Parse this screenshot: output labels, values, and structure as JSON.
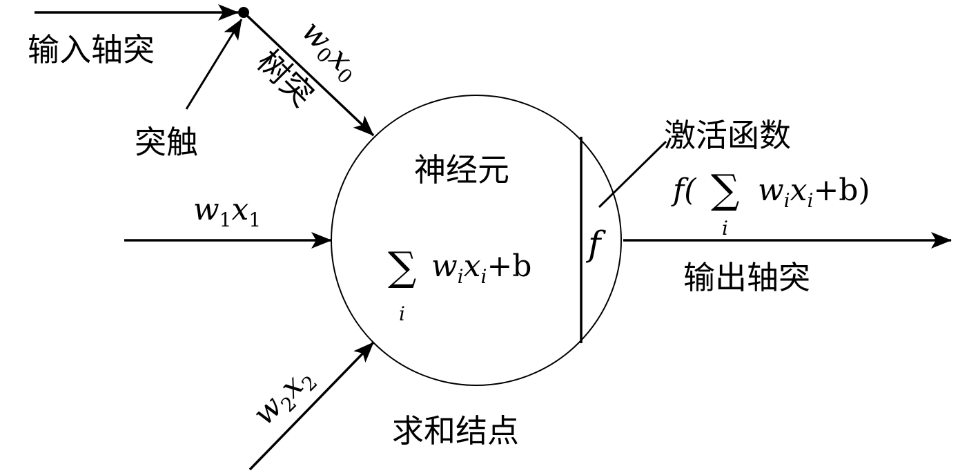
{
  "labels": {
    "input_axon": "输入轴突",
    "synapse": "突触",
    "dendrite": "树突",
    "neuron": "神经元",
    "activation_function": "激活函数",
    "output_axon": "输出轴突",
    "summation_node": "求和结点"
  },
  "math": {
    "w0x0": {
      "w": "w",
      "w_sub": "0",
      "x": "x",
      "x_sub": "0"
    },
    "w1x1": {
      "w": "w",
      "w_sub": "1",
      "x": "x",
      "x_sub": "1"
    },
    "w2x2": {
      "w": "w",
      "w_sub": "2",
      "x": "x",
      "x_sub": "2"
    },
    "sum": {
      "sigma": "∑",
      "index": "i",
      "w": "w",
      "x": "x",
      "sub": "i",
      "plus_b": "+b"
    },
    "f": "f",
    "output": {
      "f_open": "f(",
      "sigma": "∑",
      "index": "i",
      "w": "w",
      "x": "x",
      "sub": "i",
      "plus_b": "+b)"
    }
  }
}
